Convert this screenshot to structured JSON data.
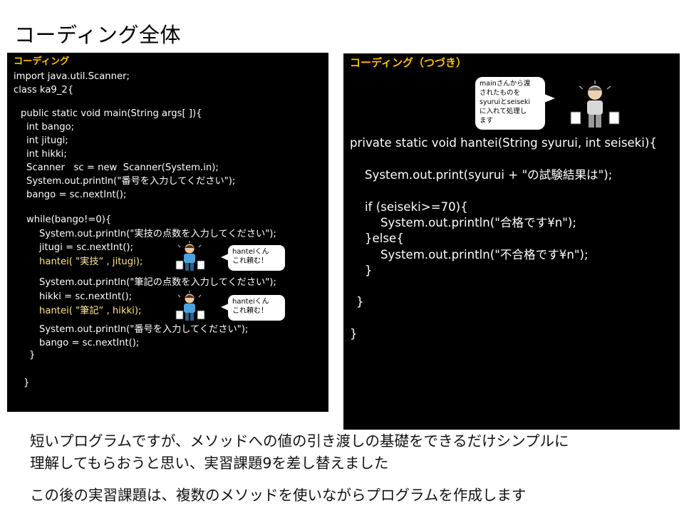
{
  "title": "コーディング全体",
  "left_panel": {
    "heading": "コーディング",
    "lines": [
      "import java.util.Scanner;",
      "class ka9_2{",
      "public static void main(String args[ ]){",
      "int bango;",
      "int jitugi;",
      "int hikki;",
      "Scanner   sc = new  Scanner(System.in);",
      "System.out.println(\"番号を入力してください\");",
      "bango = sc.nextInt();",
      "while(bango!=0){",
      "System.out.println(\"実技の点数を入力してください\");",
      "jitugi = sc.nextInt();",
      "hantei( \"実技“ , jitugi);",
      "System.out.println(\"筆記の点数を入力してください\");",
      "hikki = sc.nextInt();",
      "hantei( \"筆記“ , hikki);",
      "System.out.println(\"番号を入力してください\");",
      "bango = sc.nextInt();",
      "}",
      "}"
    ],
    "bubble_text": [
      "hanteiくん",
      "これ頼む！"
    ]
  },
  "right_panel": {
    "heading": "コーディング（つづき）",
    "bubble_text": [
      "mainさんから渡",
      "されたものを",
      "syuruiとseiseki",
      "に入れて処理し",
      "ます"
    ],
    "lines": [
      "private static void hantei(String syurui, int seiseki){",
      "System.out.print(syurui + \"の試験結果は\");",
      "if (seiseki>=70){",
      "System.out.println(\"合格です¥n\");",
      "}else{",
      "System.out.println(\"不合格です¥n\");",
      "}",
      "}",
      "}"
    ]
  },
  "body_text": [
    "短いプログラムですが、メソッドへの値の引き渡しの基礎をできるだけシンプルに",
    "理解してもらおうと思い、実習課題9を差し替えました",
    "この後の実習課題は、複数のメソッドを使いながらプログラムを作成します"
  ]
}
